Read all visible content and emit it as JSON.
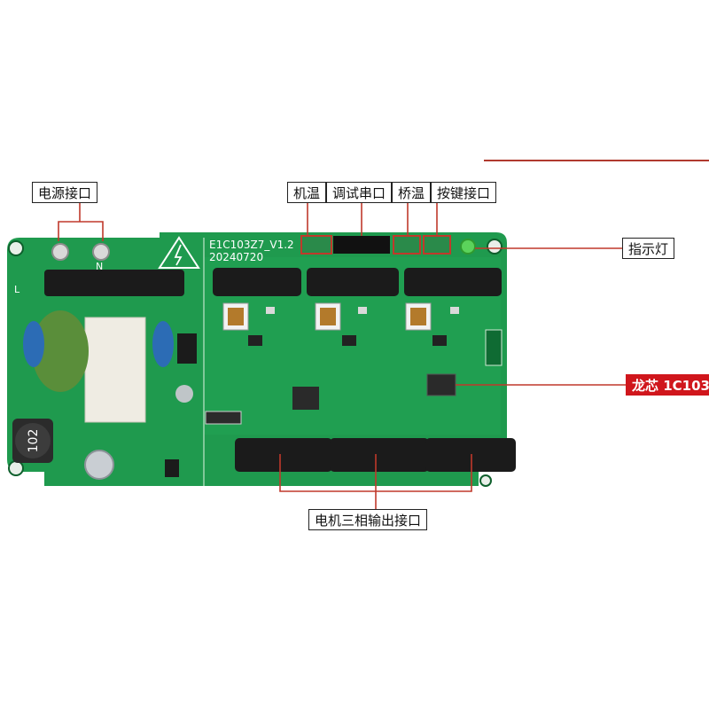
{
  "board": {
    "model": "E1C103Z7_V1.2",
    "date": "20240720",
    "inductor_code": "102",
    "terminal_l": "L",
    "terminal_n": "N"
  },
  "callouts": {
    "power": "电源接口",
    "motor_temp": "机温",
    "debug_serial": "调试串口",
    "bridge_temp": "桥温",
    "key": "按键接口",
    "indicator": "指示灯",
    "chip": "龙芯 1C103",
    "motor_output": "电机三相输出接口"
  },
  "colors": {
    "pcb": "#1f9a4e",
    "pcb_dark": "#137238",
    "leader": "#c0392b",
    "accent": "#d0161c",
    "heatsink": "#1b1b1b",
    "silkscreen": "#ffffff"
  }
}
